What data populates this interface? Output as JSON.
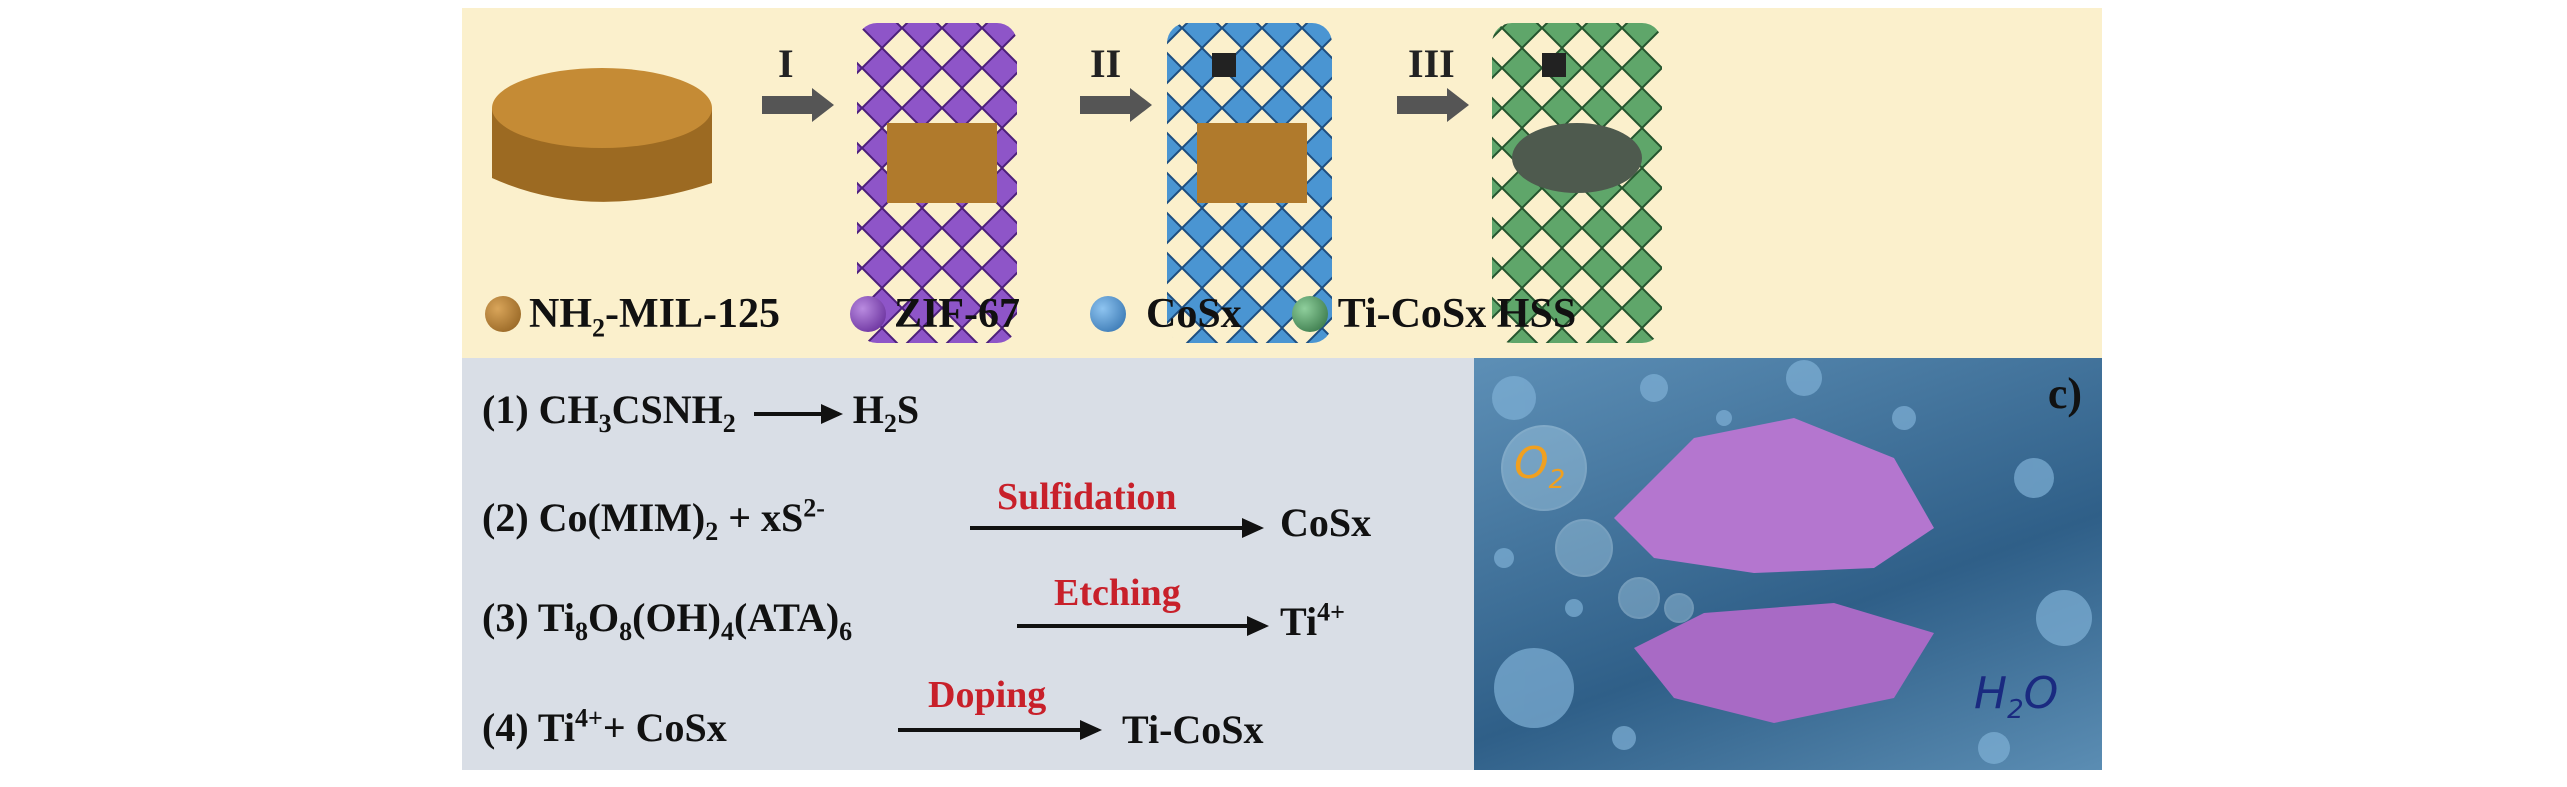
{
  "steps": {
    "s1": "I",
    "s2": "II",
    "s3": "III"
  },
  "legend": [
    {
      "pre": "NH",
      "sub": "2",
      "post": "-MIL-125",
      "color": "#a8752a"
    },
    {
      "pre": "ZIF-67",
      "color": "#7a3bb0"
    },
    {
      "pre": "CoSx",
      "color": "#3d86c6"
    },
    {
      "pre": "Ti-CoSx HSS",
      "color": "#3f8a55"
    }
  ],
  "equations": {
    "e1": {
      "num": "(1)",
      "a": "CH",
      "a_sub": "3",
      "b": "CSNH",
      "b_sub": "2",
      "p": "H",
      "p_sub": "2",
      "p2": "S"
    },
    "e2": {
      "num": "(2)",
      "a": "Co(MIM)",
      "a_sub": "2",
      "b": " + xS",
      "b_sup": "2-",
      "over": "Sulfidation",
      "p": "CoSx"
    },
    "e3": {
      "num": "(3)",
      "a": "Ti",
      "s1": "8",
      "b": "O",
      "s2": "8",
      "c": "(OH)",
      "s3": "4",
      "d": "(ATA)",
      "s4": "6",
      "over": "Etching",
      "p": "Ti",
      "p_sup": "4+"
    },
    "e4": {
      "num": "(4)",
      "a": "Ti",
      "a_sup": "4+",
      "b": "+ CoSx",
      "over": "Doping",
      "p": "Ti-CoSx"
    }
  },
  "photo": {
    "panel_label": "c)",
    "o2": "O",
    "o2_sub": "2",
    "h2o": "H",
    "h2o_sub": "2",
    "h2o_o": "O"
  },
  "colors": {
    "top_bg": "#fbf0cc",
    "bottom_bg": "#d9dee6",
    "reaction_label": "#c8202a"
  }
}
